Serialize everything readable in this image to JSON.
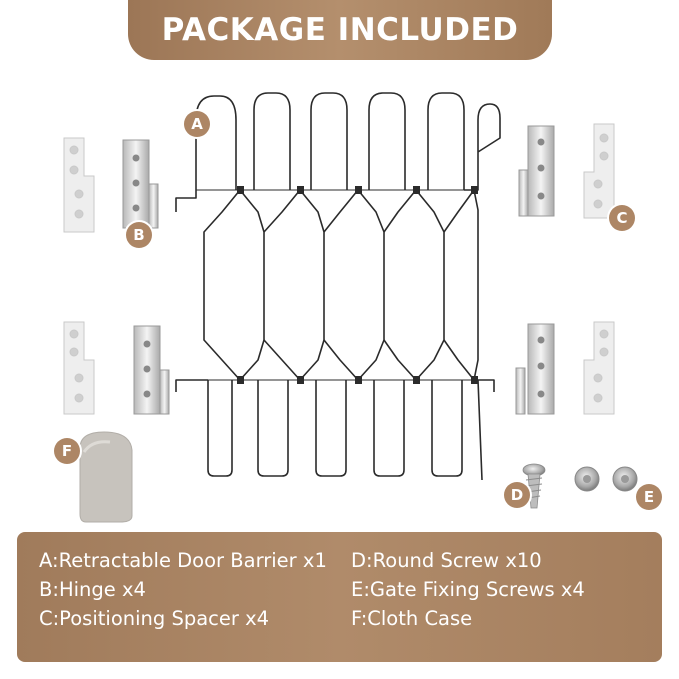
{
  "title": "PACKAGE INCLUDED",
  "markers": [
    "A",
    "B",
    "C",
    "D",
    "E",
    "F"
  ],
  "legend": [
    "A:Retractable Door Barrier x1",
    "B:Hinge x4",
    "C:Positioning Spacer x4",
    "D:Round Screw x10",
    "E:Gate Fixing Screws x4",
    "F:Cloth Case"
  ],
  "colors": {
    "accent": "#ad8665",
    "banner": "#a9825f",
    "wire": "#2b2b2b"
  }
}
